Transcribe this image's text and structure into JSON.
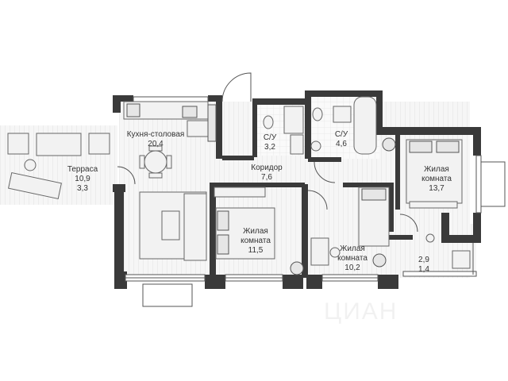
{
  "rooms": {
    "kitchen": {
      "name": "Кухня-столовая",
      "area": "20,4"
    },
    "bath1": {
      "name": "С/У",
      "area": "3,2"
    },
    "bath2": {
      "name": "С/У",
      "area": "4,6"
    },
    "terrace": {
      "name": "Терраса",
      "area1": "10,9",
      "area2": "3,3"
    },
    "corridor": {
      "name": "Коридор",
      "area": "7,6"
    },
    "bedroom_right": {
      "name1": "Жилая",
      "name2": "комната",
      "area": "13,7"
    },
    "bedroom_left": {
      "name1": "Жилая",
      "name2": "комната",
      "area": "11,5"
    },
    "bedroom_middle": {
      "name1": "Жилая",
      "name2": "комната",
      "area": "10,2"
    },
    "balcony": {
      "area1": "2,9",
      "area2": "1,4"
    }
  },
  "watermark": "ЦИАН",
  "colors": {
    "wall": "#3a3a3a",
    "floor": "#f4f4f4"
  }
}
